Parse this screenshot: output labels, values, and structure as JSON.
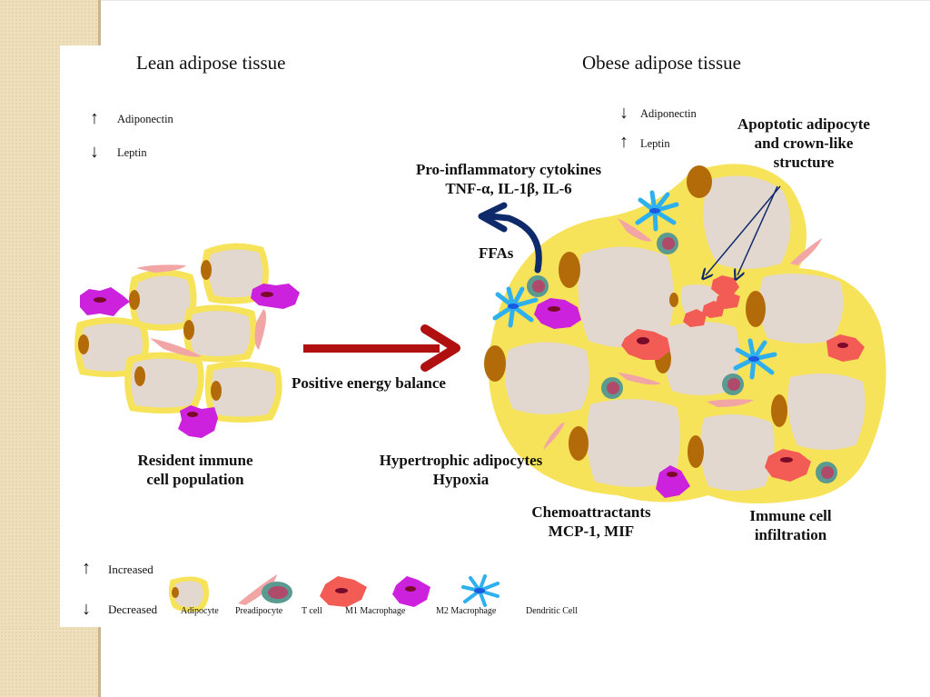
{
  "slide": {
    "lean_title": "Lean adipose tissue",
    "obese_title": "Obese adipose tissue",
    "lean_markers": [
      {
        "direction": "up",
        "label": "Adiponectin"
      },
      {
        "direction": "down",
        "label": "Leptin"
      }
    ],
    "obese_markers": [
      {
        "direction": "down",
        "label": "Adiponectin"
      },
      {
        "direction": "up",
        "label": "Leptin"
      }
    ],
    "labels": {
      "cytokines_line1": "Pro-inflammatory cytokines",
      "cytokines_line2": "TNF-α, IL-1β, IL-6",
      "ffas": "FFAs",
      "apoptotic_line1": "Apoptotic adipocyte",
      "apoptotic_line2": "and crown-like",
      "apoptotic_line3": "structure",
      "positive_energy": "Positive energy balance",
      "resident_line1": "Resident immune",
      "resident_line2": "cell population",
      "hypertrophic_line1": "Hypertrophic adipocytes",
      "hypertrophic_line2": "Hypoxia",
      "chemo_line1": "Chemoattractants",
      "chemo_line2": "MCP-1, MIF",
      "immune_line1": "Immune cell",
      "immune_line2": "infiltration"
    },
    "legend": {
      "increased": "Increased",
      "decreased": "Decreased",
      "items": [
        {
          "icon": "adipocyte-icon",
          "label": "Adipocyte"
        },
        {
          "icon": "preadipocyte-icon",
          "label": "Preadipocyte"
        },
        {
          "icon": "t-cell-icon",
          "label": "T cell"
        },
        {
          "icon": "m1-macrophage-icon",
          "label": "M1 Macrophage"
        },
        {
          "icon": "m2-macrophage-icon",
          "label": "M2 Macrophage"
        },
        {
          "icon": "dendritic-cell-icon",
          "label": "Dendritic Cell"
        }
      ]
    },
    "colors": {
      "adipocyte_rim": "#f7e35a",
      "adipocyte_body": "#e2d8d0",
      "nucleus": "#b36b0a",
      "preadipocyte": "#f2a5a5",
      "t_cell_outer": "#5a9a90",
      "t_cell_inner": "#b04a6a",
      "m1_macrophage": "#f25c54",
      "m2_macrophage": "#cc22dd",
      "dendritic": "#2fb0ee",
      "arrow_red": "#b01010",
      "arrow_navy": "#0f2a6a",
      "beige": "#efe0bd"
    }
  }
}
